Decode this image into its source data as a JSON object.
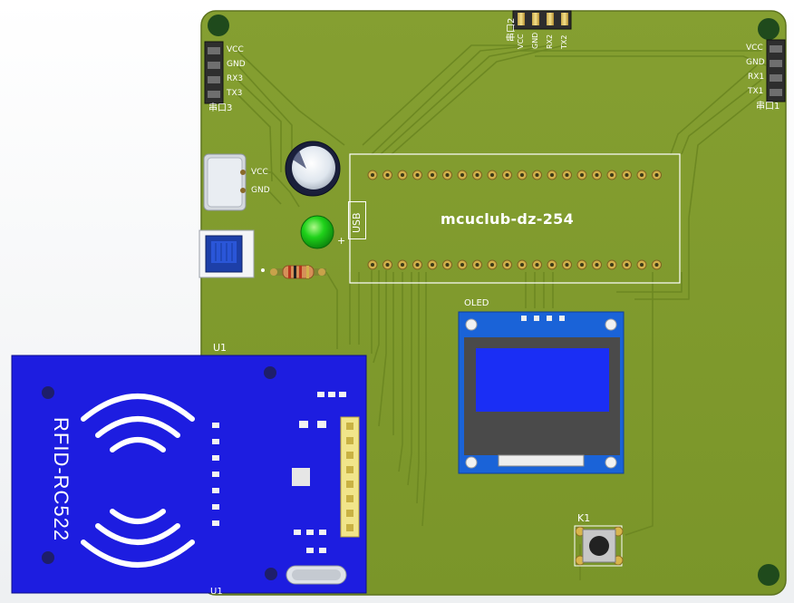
{
  "board": {
    "name": "mcuclub-dz-254",
    "colors": {
      "pcb": "#7f9a2d",
      "trace": "#6f8a24",
      "silk": "#ffffff",
      "rfid": "#1d1de0",
      "oled_glass": "#1a2ef5"
    }
  },
  "connectors": {
    "port3": {
      "label": "串口3",
      "pins": [
        "VCC",
        "GND",
        "RX3",
        "TX3"
      ]
    },
    "port2": {
      "label": "串口2",
      "pins": [
        "VCC",
        "GND",
        "RX2",
        "TX2"
      ]
    },
    "port1": {
      "label": "串口1",
      "pins": [
        "VCC",
        "GND",
        "RX1",
        "TX1"
      ]
    },
    "power": {
      "pins": [
        "VCC",
        "GND"
      ]
    }
  },
  "mcu": {
    "usb_label": "USB"
  },
  "components": {
    "oled": {
      "label": "OLED"
    },
    "button": {
      "label": "K1"
    },
    "led_plus": "+",
    "u1_top": "U1",
    "u1_bottom": "U1"
  },
  "rfid": {
    "label": "RFID-RC522"
  },
  "icons": [
    "mounting-hole-icon",
    "capacitor-icon",
    "led-icon",
    "resistor-icon",
    "tactile-button-icon",
    "antenna-icon",
    "pin-header-icon",
    "usb-c-icon",
    "power-switch-icon"
  ]
}
